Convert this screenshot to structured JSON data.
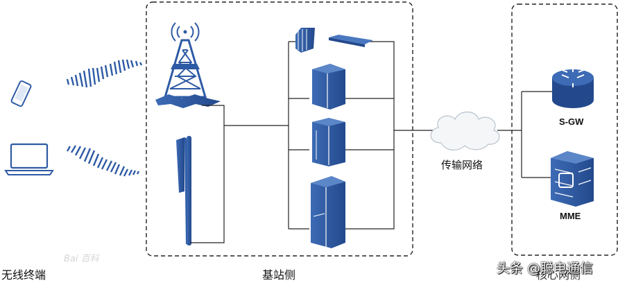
{
  "labels": {
    "wireless_terminal": "无线终端",
    "base_station_side": "基站侧",
    "transport_network": "传输网络",
    "core_network_side": "核心网侧",
    "sgw": "S-GW",
    "mme": "MME"
  },
  "watermark": "头条 @聪电通信",
  "baidu_watermark": "Bai 百科",
  "colors": {
    "equipment_blue": "#2d5aa4",
    "equipment_light": "#4a78c0",
    "line": "#222222",
    "dashed_border": "#222222",
    "cloud": "#f4f6f8"
  },
  "icons": [
    "phone-icon",
    "laptop-icon",
    "radio-wave-icon",
    "tower-icon",
    "antenna-icon",
    "bbu-icon",
    "cabinet-icon",
    "cloud-icon",
    "router-icon",
    "mme-icon"
  ]
}
